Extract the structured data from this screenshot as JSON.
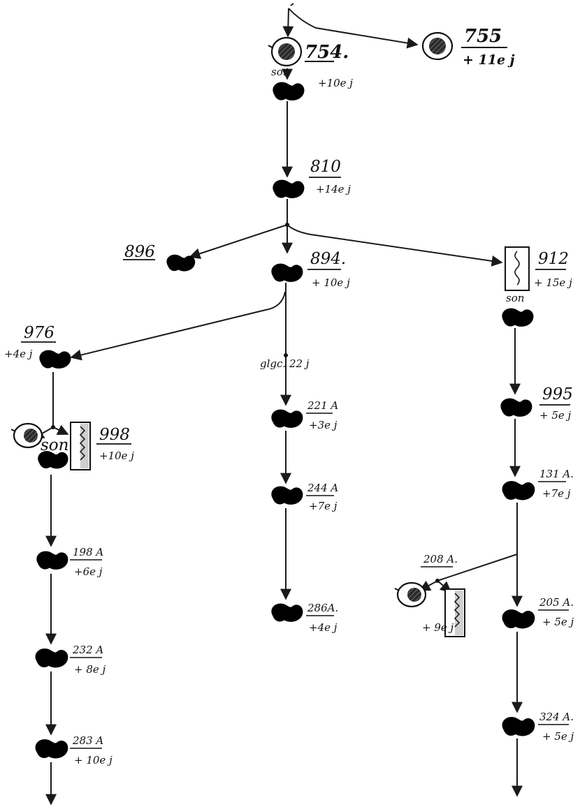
{
  "nodes": [
    {
      "id": "754",
      "label": "754.",
      "gen": "+10e j",
      "note": "son"
    },
    {
      "id": "755",
      "label": "755",
      "gen": "+ 11e j"
    },
    {
      "id": "810",
      "label": "810",
      "gen": "+14e j"
    },
    {
      "id": "896",
      "label": "896"
    },
    {
      "id": "894",
      "label": "894.",
      "gen": "+ 10e j"
    },
    {
      "id": "912",
      "label": "912",
      "gen": "+ 15e j",
      "note": "son"
    },
    {
      "id": "976",
      "label": "976",
      "gen": "+4e j"
    },
    {
      "id": "998",
      "label": "998",
      "gen": "+10e j",
      "note": "son"
    },
    {
      "id": "221A",
      "label": "221 A",
      "gen": "+3e j"
    },
    {
      "id": "244A",
      "label": "244 A",
      "gen": "+7e j"
    },
    {
      "id": "286A",
      "label": "286A.",
      "gen": "+4e j"
    },
    {
      "id": "995",
      "label": "995",
      "gen": "+ 5e j"
    },
    {
      "id": "131A",
      "label": "131 A.",
      "gen": "+7e j"
    },
    {
      "id": "208A",
      "label": "208 A.",
      "gen": "+ 9e j"
    },
    {
      "id": "205A",
      "label": "205 A.",
      "gen": "+ 5e j"
    },
    {
      "id": "324A",
      "label": "324 A.",
      "gen": "+ 5e j"
    },
    {
      "id": "198A",
      "label": "198 A",
      "gen": "+6e j"
    },
    {
      "id": "232A",
      "label": "232 A",
      "gen": "+ 8e j"
    },
    {
      "id": "283A",
      "label": "283 A",
      "gen": "+ 10e j"
    }
  ],
  "annotations": {
    "glucose": "glgc. 22 j"
  },
  "colors": {
    "ink": "#1a1a1a",
    "dark_bean": "#2b2b2b",
    "light_bean": "#bdbdbd"
  },
  "icons": {
    "bean": "bean-seed-icon",
    "culture": "culture-dish-icon",
    "bran": "bran-medium-tube-icon"
  }
}
